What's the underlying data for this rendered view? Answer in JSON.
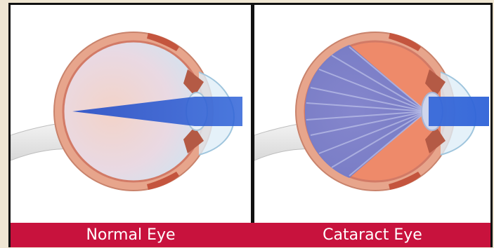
{
  "captions": {
    "normal": "Normal Eye",
    "cataract": "Cataract Eye"
  },
  "colors": {
    "caption_bar": "#c8123d",
    "caption_text": "#ffffff",
    "frame": "#111111",
    "page_background": "#efe6d3",
    "light_beam": "#2f63d8",
    "sclera": "#e7a58c",
    "cloudy_lens_area": "#ee8a6a"
  },
  "panels": [
    {
      "id": "normal",
      "beam": "focused-cone"
    },
    {
      "id": "cataract",
      "beam": "scattered-rays"
    }
  ]
}
